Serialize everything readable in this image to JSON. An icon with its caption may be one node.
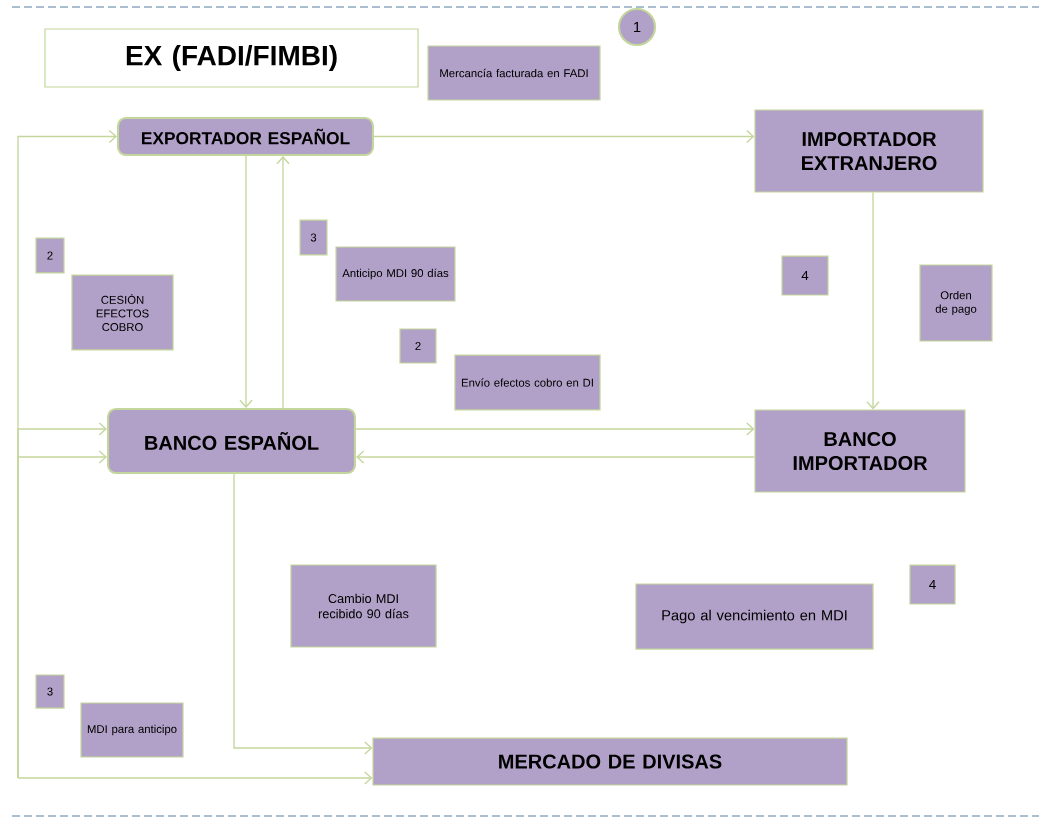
{
  "diagram": {
    "nodes": [
      {
        "text": [
          "EX (FADI/FIMBI)"
        ]
      },
      {
        "text": [
          "1"
        ]
      },
      {
        "text": [
          "Mercancía facturada en FADI"
        ]
      },
      {
        "text": [
          "EXPORTADOR ESPAÑOL"
        ]
      },
      {
        "text": [
          "IMPORTADOR EXTRANJERO"
        ]
      },
      {
        "text": [
          "2"
        ]
      },
      {
        "text": [
          "CESIÓN EFECTOS COBRO"
        ]
      },
      {
        "text": [
          "3"
        ]
      },
      {
        "text": [
          "Anticipo MDI 90 días"
        ]
      },
      {
        "text": [
          "4"
        ]
      },
      {
        "text": [
          "Orden de pago"
        ]
      },
      {
        "text": [
          "2"
        ]
      },
      {
        "text": [
          "Envío efectos cobro en DI"
        ]
      },
      {
        "text": [
          "BANCO ESPAÑOL"
        ]
      },
      {
        "text": [
          "BANCO IMPORTADOR"
        ]
      },
      {
        "text": [
          "Cambio MDI recibido 90 días"
        ]
      },
      {
        "text": [
          "4"
        ]
      },
      {
        "text": [
          "Pago al vencimiento en MDI"
        ]
      },
      {
        "text": [
          "3"
        ]
      },
      {
        "text": [
          "MDI para anticipo"
        ]
      },
      {
        "text": [
          "MERCADO DE DIVISAS"
        ]
      }
    ],
    "edges": [
      {
        "from": 3,
        "to": 4,
        "arrow": "to"
      },
      {
        "from": 3,
        "to": 13,
        "arrow": "to"
      },
      {
        "from": 13,
        "to": 3,
        "arrow": "to"
      },
      {
        "from": 4,
        "to": 14,
        "arrow": "to"
      },
      {
        "from": 13,
        "to": 14,
        "arrow": "to"
      },
      {
        "from": 14,
        "to": 13,
        "arrow": "to"
      },
      {
        "from": 13,
        "to": 20,
        "arrow": "to"
      },
      {
        "from": null,
        "to": 3,
        "arrow": "to"
      },
      {
        "from": null,
        "to": 13,
        "arrow": "to"
      },
      {
        "from": null,
        "to": 13,
        "arrow": "to"
      },
      {
        "from": null,
        "to": 20,
        "arrow": "to"
      }
    ]
  }
}
